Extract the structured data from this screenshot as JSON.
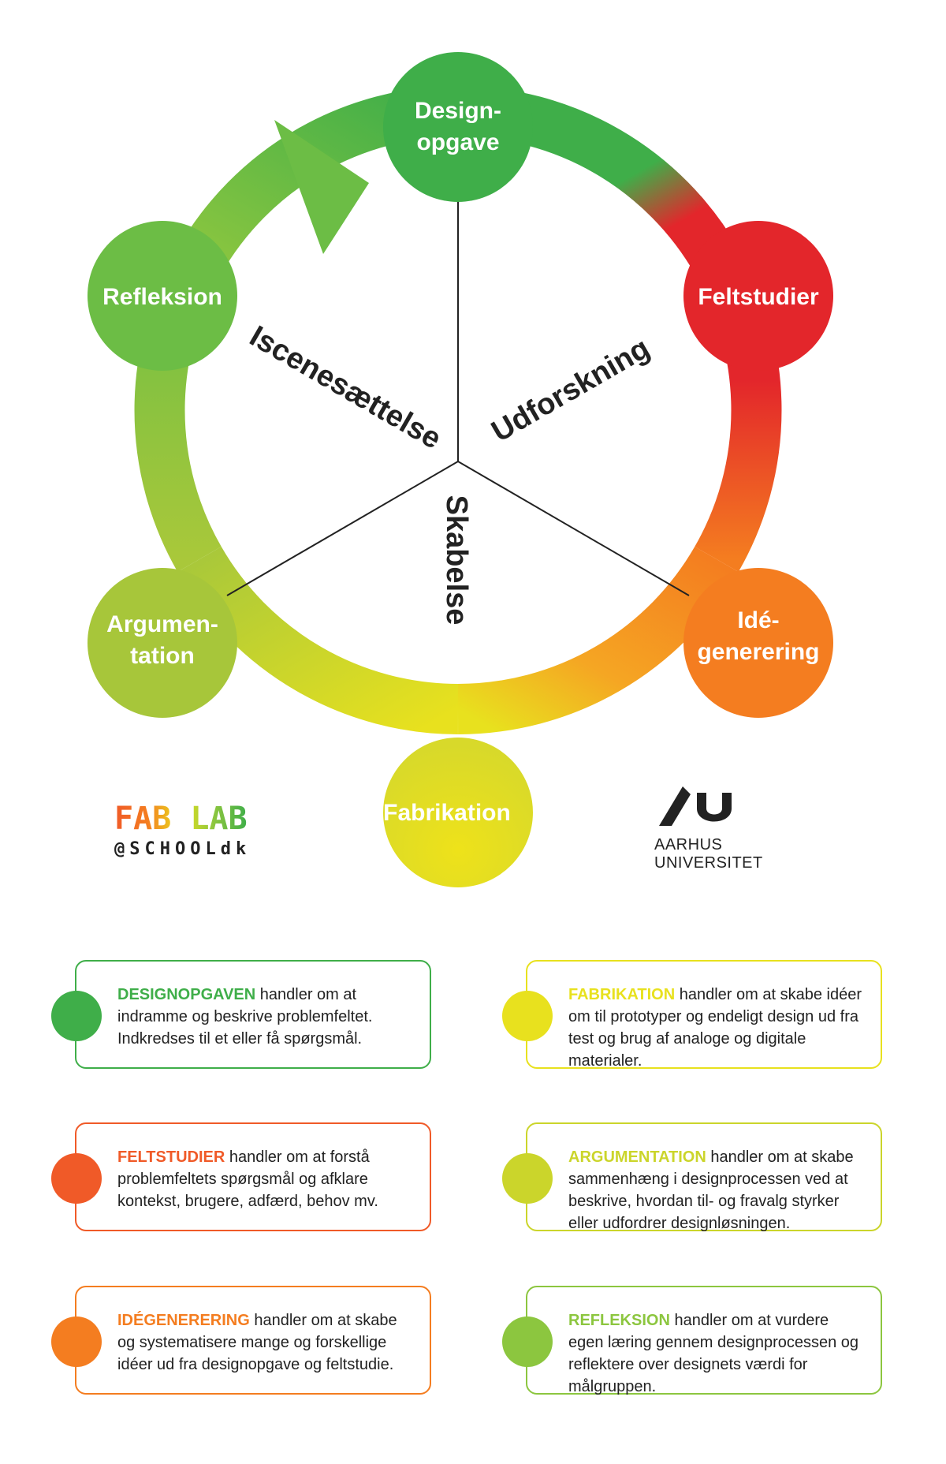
{
  "colors": {
    "green": "#3fae49",
    "red": "#e3262b",
    "orange_red": "#f05a28",
    "orange": "#f47d20",
    "yellow": "#e8e11e",
    "yellow_green": "#cbd52b",
    "light_green": "#8cc63f"
  },
  "nodes": {
    "designopgave": "Design-\nopgave",
    "feltstudier": "Feltstudier",
    "idegenerering": "Idé-\ngenerering",
    "fabrikation": "Fabrikation",
    "argumentation": "Argumen-\ntation",
    "refleksion": "Refleksion"
  },
  "sectors": {
    "iscenesaettelse": "Iscenesættelse",
    "udforskning": "Udforskning",
    "skabelse": "Skabelse"
  },
  "logos": {
    "fablab_title": "FAB LAB",
    "fablab_sub": "@SCHOOLdk",
    "au_name": "AARHUS UNIVERSITET"
  },
  "cards": [
    {
      "key": "DESIGNOPGAVEN",
      "text": " handler om at indramme og beskrive problemfeltet. Indkredses til et eller få spørgsmål.",
      "color": "#3fae49"
    },
    {
      "key": "FABRIKATION",
      "text": " handler om at skabe idéer om til prototyper og endeligt design ud fra test og brug af analoge og digitale materialer.",
      "color": "#e8e11e"
    },
    {
      "key": "FELTSTUDIER",
      "text": " handler om at forstå problemfeltets spørgsmål og afklare kontekst, brugere, adfærd, behov mv.",
      "color": "#f05a28"
    },
    {
      "key": "ARGUMENTATION",
      "text": " handler om at skabe sammenhæng i designprocessen ved at beskrive, hvordan til- og fravalg styrker eller udfordrer designløsningen.",
      "color": "#cbd52b"
    },
    {
      "key": "IDÉGENERERING",
      "text": " handler om at skabe og systematisere mange og forskellige idéer ud fra designopgave og feltstudie.",
      "color": "#f47d20"
    },
    {
      "key": "REFLEKSION",
      "text": " handler om at vurdere egen læring gennem designprocessen og reflektere over designets værdi for målgruppen.",
      "color": "#8cc63f"
    }
  ]
}
